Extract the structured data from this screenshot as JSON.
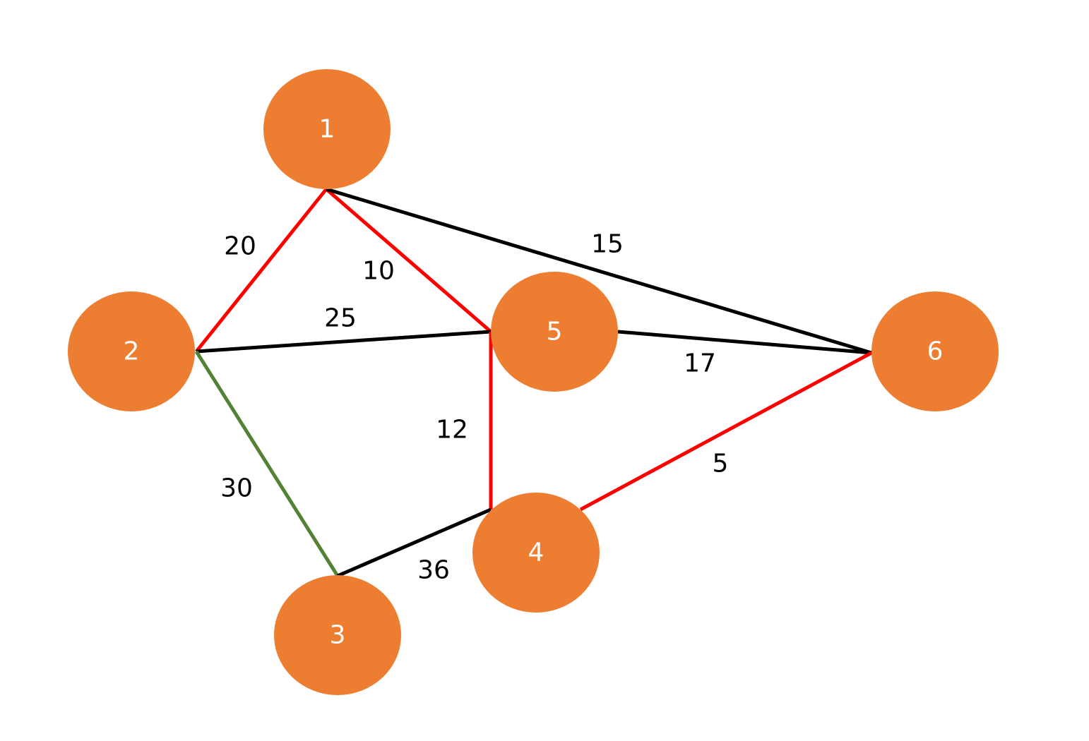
{
  "colors": {
    "node_fill": "#ED7D31",
    "node_text": "#FFFFFF",
    "edge_black": "#000000",
    "edge_red": "#FF0000",
    "edge_green": "#548235",
    "label_text": "#000000"
  },
  "nodes": [
    {
      "id": "1",
      "label": "1"
    },
    {
      "id": "2",
      "label": "2"
    },
    {
      "id": "3",
      "label": "3"
    },
    {
      "id": "4",
      "label": "4"
    },
    {
      "id": "5",
      "label": "5"
    },
    {
      "id": "6",
      "label": "6"
    }
  ],
  "edges": [
    {
      "from": "1",
      "to": "2",
      "weight": "20",
      "color": "red"
    },
    {
      "from": "1",
      "to": "5",
      "weight": "10",
      "color": "red"
    },
    {
      "from": "1",
      "to": "6",
      "weight": "15",
      "color": "black"
    },
    {
      "from": "2",
      "to": "5",
      "weight": "25",
      "color": "black"
    },
    {
      "from": "2",
      "to": "3",
      "weight": "30",
      "color": "green"
    },
    {
      "from": "5",
      "to": "4",
      "weight": "12",
      "color": "red"
    },
    {
      "from": "5",
      "to": "6",
      "weight": "17",
      "color": "black"
    },
    {
      "from": "3",
      "to": "4",
      "weight": "36",
      "color": "black"
    },
    {
      "from": "4",
      "to": "6",
      "weight": "5",
      "color": "red"
    }
  ]
}
